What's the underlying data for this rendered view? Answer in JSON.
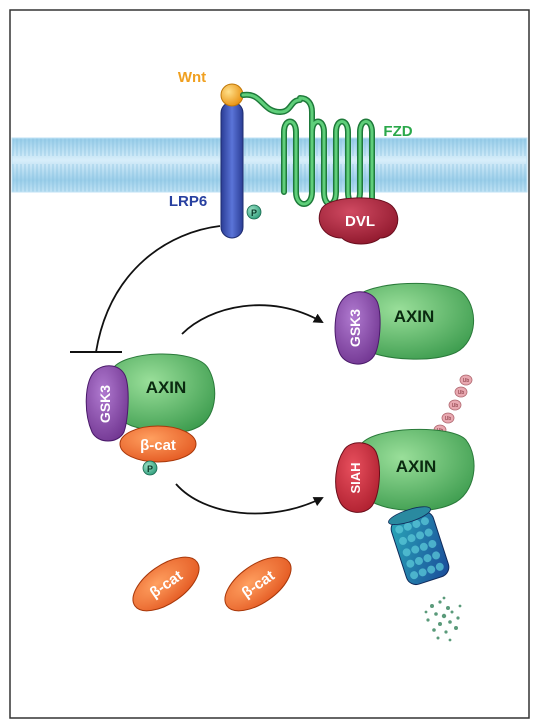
{
  "labels": {
    "wnt": "Wnt",
    "fzd": "FZD",
    "lrp6": "LRP6",
    "dvl": "DVL",
    "phospho": "P",
    "gsk3": "GSK3",
    "axin": "AXIN",
    "beta_cat": "β-cat",
    "siah": "SIAH",
    "ub": "Ub"
  },
  "colors": {
    "wnt": "#f0a020",
    "fzd_label": "#2aa84a",
    "fzd": "#2e9a4e",
    "lrp6_label": "#2840a0",
    "lrp6": "#3a54b8",
    "dvl": "#a8203a",
    "axin": "#5fbf6d",
    "gsk3": "#8a4aa8",
    "beta_cat": "#f06a20",
    "siah": "#c8283a",
    "membrane": "#a8d8f0",
    "ub": "#e8a8b0"
  }
}
